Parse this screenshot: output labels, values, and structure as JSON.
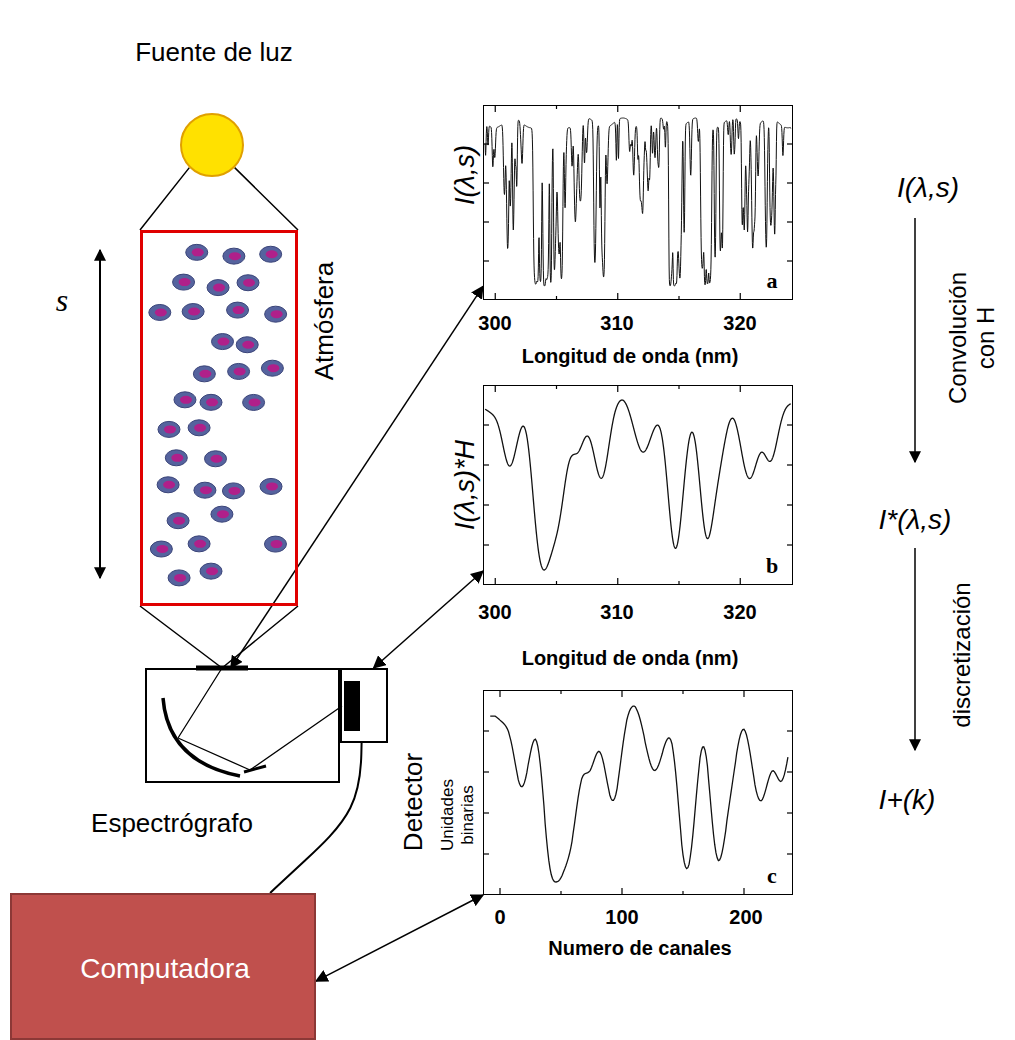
{
  "diagram": {
    "nodes": [
      {
        "text": [
          "Fuente de luz"
        ]
      },
      {
        "text": [
          "Atmósfera"
        ]
      },
      {
        "text": [
          "Espectrógrafo"
        ]
      },
      {
        "text": [
          "Detector"
        ]
      },
      {
        "text": [
          "Computadora"
        ]
      },
      {
        "text": [
          "a"
        ]
      },
      {
        "text": [
          "b"
        ]
      },
      {
        "text": [
          "c"
        ]
      }
    ],
    "edges": [
      {
        "from": 0,
        "to": 1,
        "arrow": "none"
      },
      {
        "from": 1,
        "to": 2,
        "arrow": "none"
      },
      {
        "from": 5,
        "to": 2,
        "arrow": "both"
      },
      {
        "from": 6,
        "to": 3,
        "arrow": "both"
      },
      {
        "from": 7,
        "to": 4,
        "arrow": "both"
      },
      {
        "from": 3,
        "to": 4,
        "arrow": "none"
      }
    ],
    "labels": [
      "s",
      "I(λ,s)",
      "300",
      "310",
      "320",
      "Longitud de onda (nm)",
      "I(λ,s)*H",
      "300",
      "310",
      "320",
      "Longitud de onda (nm)",
      "Unidades binarias",
      "0",
      "100",
      "200",
      "Numero de canales",
      "I(λ,s)",
      "Convolución con H",
      "I*(λ,s)",
      "discretización",
      "I+(k)"
    ]
  }
}
